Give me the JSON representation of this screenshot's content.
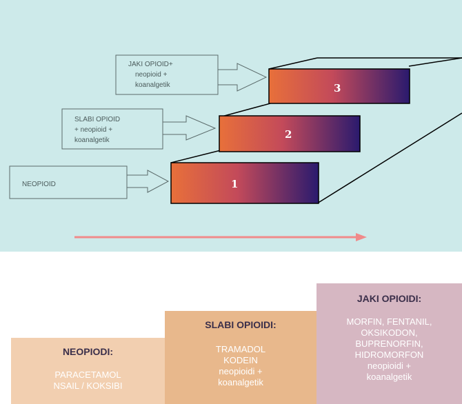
{
  "diagram": {
    "boxes": [
      {
        "lines": [
          "NEOPIOID"
        ]
      },
      {
        "lines": [
          "SLABI OPIOID",
          "+ neopioid +",
          "koanalgetik"
        ]
      },
      {
        "lines": [
          "JAKI OPIOID+",
          "neopioid +",
          "koanalgetik"
        ]
      }
    ],
    "steps": [
      "1",
      "2",
      "3"
    ],
    "colors": {
      "panel": "#cdeaea",
      "step_start": "#e8703a",
      "step_end": "#2a1a6e",
      "arrow": "#f08a8a"
    }
  },
  "columns": [
    {
      "title": "NEOPIODI:",
      "lines": [
        "PARACETAMOL",
        "NSAIL / KOKSIBI"
      ],
      "color": "#f2cfb0"
    },
    {
      "title": "SLABI OPIOIDI:",
      "lines": [
        "TRAMADOL",
        "KODEIN",
        "neopioidi +",
        "koanalgetik"
      ],
      "color": "#e8b88c"
    },
    {
      "title": "JAKI OPIOIDI:",
      "lines": [
        "MORFIN, FENTANIL,",
        "OKSIKODON,",
        "BUPRENORFIN,",
        "HIDROMORFON",
        "neopioidi +",
        "koanalgetik"
      ],
      "color": "#d6b7c2"
    }
  ]
}
